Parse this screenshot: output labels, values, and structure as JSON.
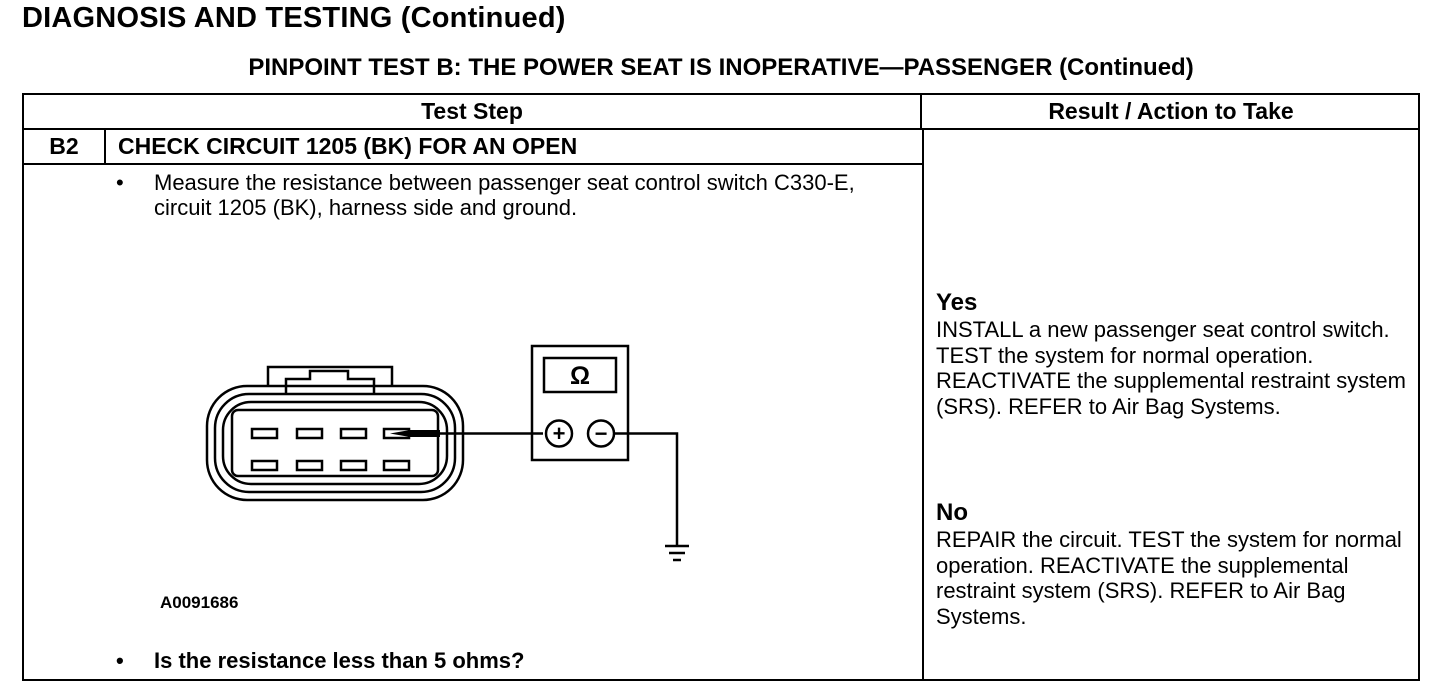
{
  "header": {
    "title": "DIAGNOSIS AND TESTING (Continued)",
    "subtitle": "PINPOINT TEST B: THE POWER SEAT IS INOPERATIVE—PASSENGER (Continued)"
  },
  "table": {
    "col_test_step": "Test Step",
    "col_result": "Result / Action to Take"
  },
  "step": {
    "id": "B2",
    "title": "CHECK CIRCUIT 1205 (BK) FOR AN OPEN",
    "bullet": "•",
    "instruction": "Measure the resistance between passenger seat control switch C330-E, circuit 1205 (BK), harness side and ground.",
    "question": "Is the resistance less than 5 ohms?"
  },
  "figure": {
    "id": "A0091686",
    "meter_symbol": "Ω",
    "plus": "+",
    "minus": "−"
  },
  "results": {
    "yes_label": "Yes",
    "yes_text": "INSTALL a new passenger seat control switch. TEST the system for normal operation. REACTIVATE the supplemental restraint system (SRS). REFER to Air Bag Systems.",
    "no_label": "No",
    "no_text": "REPAIR the circuit. TEST the system for normal operation. REACTIVATE the supplemental restraint system (SRS). REFER to Air Bag Systems."
  }
}
